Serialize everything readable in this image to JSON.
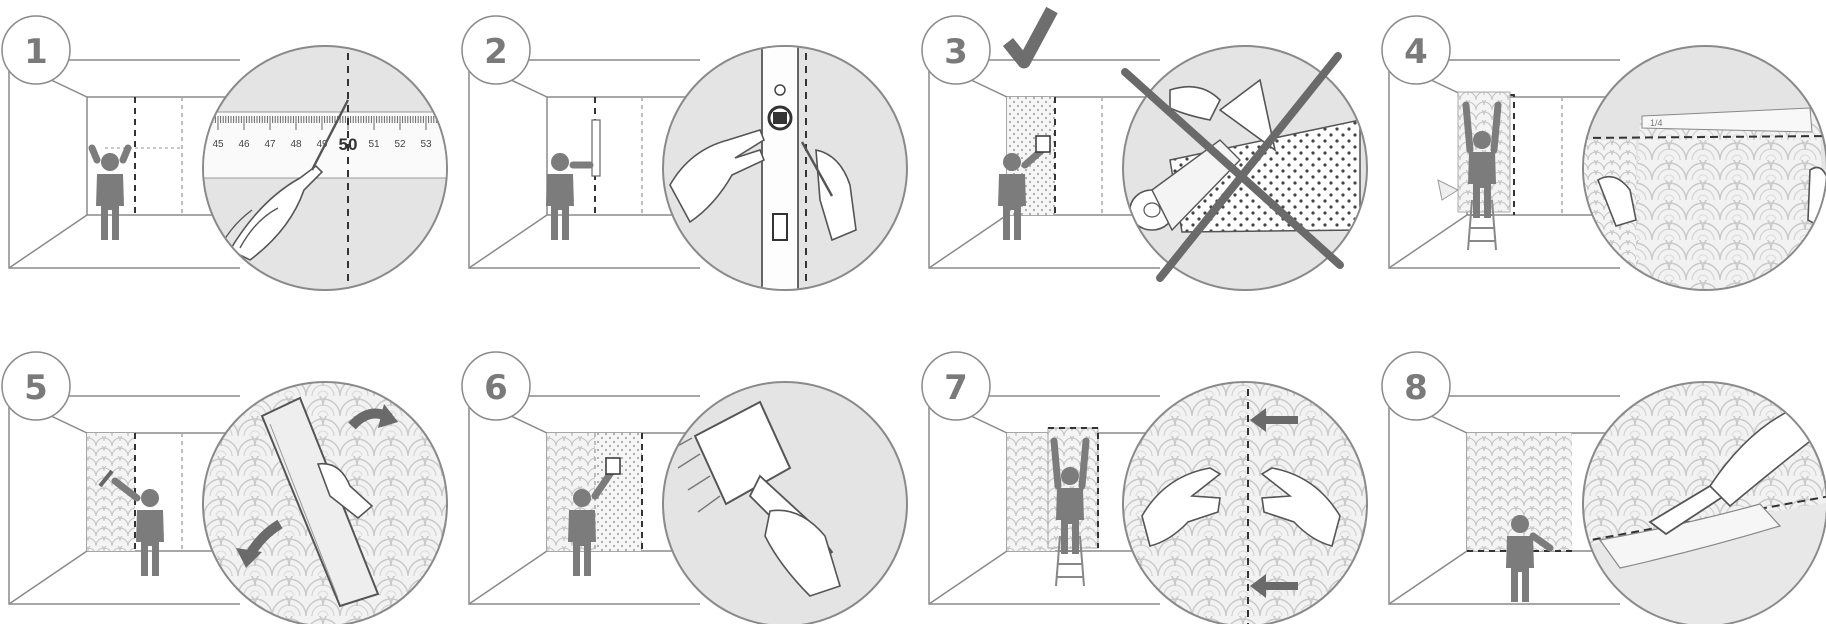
{
  "steps": [
    {
      "number": "1",
      "scene": "measure-width"
    },
    {
      "number": "2",
      "scene": "mark-vertical-with-level"
    },
    {
      "number": "3",
      "scene": "paste-the-wall-not-the-paper"
    },
    {
      "number": "4",
      "scene": "hang-first-strip"
    },
    {
      "number": "5",
      "scene": "smooth-with-spatula"
    },
    {
      "number": "6",
      "scene": "apply-paste-next-section"
    },
    {
      "number": "7",
      "scene": "butt-join-next-strip"
    },
    {
      "number": "8",
      "scene": "trim-excess-with-knife"
    }
  ],
  "ruler": {
    "ticks": [
      "45",
      "46",
      "47",
      "48",
      "49",
      "50",
      "51",
      "52",
      "53"
    ]
  },
  "wallpaper_roll_label": "1/4",
  "colors": {
    "line": "#8a8a8a",
    "figure": "#7c7c7c",
    "zoom_fill": "#e4e4e4",
    "pattern": "#c9c9c9",
    "step_number": "#7a7a7a"
  }
}
